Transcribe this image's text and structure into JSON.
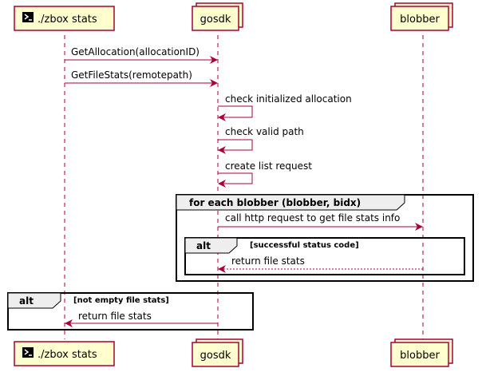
{
  "colors": {
    "participant_fill": "#FEFECE",
    "participant_border": "#A80036",
    "arrow": "#A80036",
    "frame": "#000000"
  },
  "participants": [
    {
      "id": "zbox",
      "label": "./zbox stats",
      "icon": "terminal-icon"
    },
    {
      "id": "gosdk",
      "label": "gosdk"
    },
    {
      "id": "blobber",
      "label": "blobber"
    }
  ],
  "messages": [
    {
      "from": "zbox",
      "to": "gosdk",
      "text": "GetAllocation(allocationID)"
    },
    {
      "from": "zbox",
      "to": "gosdk",
      "text": "GetFileStats(remotepath)"
    },
    {
      "from": "gosdk",
      "to": "gosdk",
      "text": "check initialized allocation"
    },
    {
      "from": "gosdk",
      "to": "gosdk",
      "text": "check valid path"
    },
    {
      "from": "gosdk",
      "to": "gosdk",
      "text": "create list request"
    },
    {
      "from": "gosdk",
      "to": "blobber",
      "text": "call http request to get file stats info"
    },
    {
      "from": "blobber",
      "to": "gosdk",
      "text": "return file stats",
      "style": "dashed"
    },
    {
      "from": "gosdk",
      "to": "zbox",
      "text": "return file stats"
    }
  ],
  "fragments": [
    {
      "keyword": "for each blobber (blobber, bidx)",
      "condition": ""
    },
    {
      "keyword": "alt",
      "condition": "[successful status code]"
    },
    {
      "keyword": "alt",
      "condition": "[not empty file stats]"
    }
  ]
}
